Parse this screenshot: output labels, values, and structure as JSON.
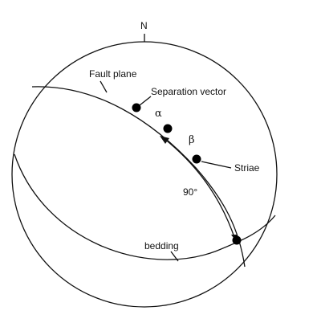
{
  "labels": {
    "north": "N",
    "fault_plane": "Fault plane",
    "separation_vector": "Separation vector",
    "alpha": "α",
    "beta": "β",
    "striae": "Striae",
    "angle": "90°",
    "bedding": "bedding"
  }
}
